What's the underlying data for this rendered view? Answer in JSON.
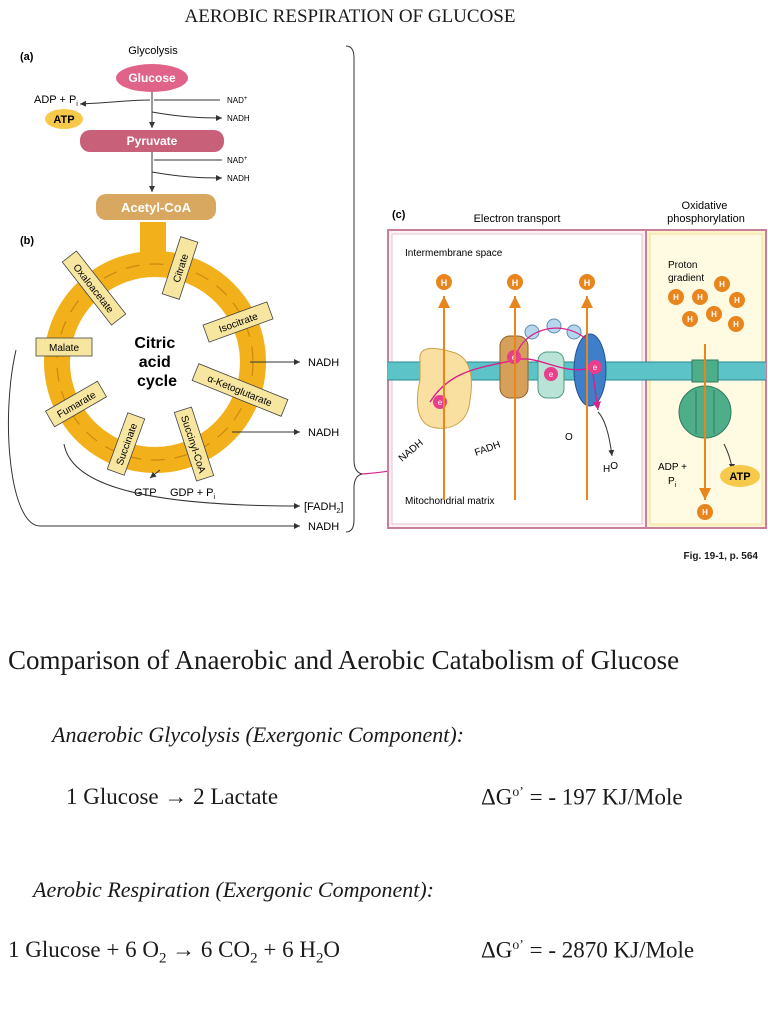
{
  "page_title": "AEROBIC RESPIRATION OF GLUCOSE",
  "figure": {
    "panel_a": "(a)",
    "panel_b": "(b)",
    "panel_c": "(c)",
    "glycolysis": "Glycolysis",
    "glucose": "Glucose",
    "adp_pi": "ADP + P",
    "i": "i",
    "atp": "ATP",
    "nad_plus": "NAD",
    "plus": "+",
    "nadh": "NADH",
    "pyruvate": "Pyruvate",
    "acetyl_coa": "Acetyl-CoA",
    "citric_acid_cycle": [
      "Citric",
      "acid",
      "cycle"
    ],
    "intermediates": [
      "Citrate",
      "Isocitrate",
      "α-Ketoglutarate",
      "Succinyl-CoA",
      "Succinate",
      "Fumarate",
      "Malate",
      "Oxaloacetate"
    ],
    "gtp": "GTP",
    "gdp_pi": "GDP + P",
    "fadh2_bracket": "[FADH",
    "electron_transport": "Electron transport",
    "oxidative_phosphorylation": [
      "Oxidative",
      "phosphorylation"
    ],
    "intermembrane_space": "Intermembrane space",
    "mitochondrial_matrix": "Mitochondrial matrix",
    "proton_gradient": [
      "Proton",
      "gradient"
    ],
    "h_plus": "H",
    "e_minus": "e",
    "fadh2": "FADH",
    "o2": "O",
    "h2o": "H",
    "adp_plus": "ADP +",
    "pi": "P",
    "colors": {
      "glucose": "#e0648a",
      "pyruvate": "#c8607a",
      "acetyl_coa": "#d9a860",
      "cycle": "#f2b01a",
      "label_box": "#f7e6a0",
      "membrane": "#5cc3c8",
      "etc_frame": "#c77f9c",
      "oxphos_bg": "#fbf4c8",
      "proton": "#e8851c",
      "electron_path": "#d8208a",
      "atp_synthase": "#4fae8a"
    },
    "caption": "Fig. 19-1, p. 564"
  },
  "comparison": {
    "title": "Comparison of Anaerobic and Aerobic Catabolism of Glucose",
    "anaerobic_heading": "Anaerobic Glycolysis (Exergonic Component):",
    "anaerobic_equation": "1 Glucose  →  2 Lactate",
    "anaerobic_dg_label": "ΔG",
    "anaerobic_dg_value": " = - 197 KJ/Mole",
    "aerobic_heading": "Aerobic Respiration (Exergonic Component):",
    "aerobic_eq_part1": "1 Glucose  +  6 O",
    "aerobic_eq_part2": "  →  6 CO",
    "aerobic_eq_part3": "  +  6 H",
    "aerobic_eq_part4": "O",
    "aerobic_dg_label": "ΔG",
    "aerobic_dg_value": " = - 2870 KJ/Mole",
    "sub_2": "2",
    "sup_o": "o’"
  }
}
